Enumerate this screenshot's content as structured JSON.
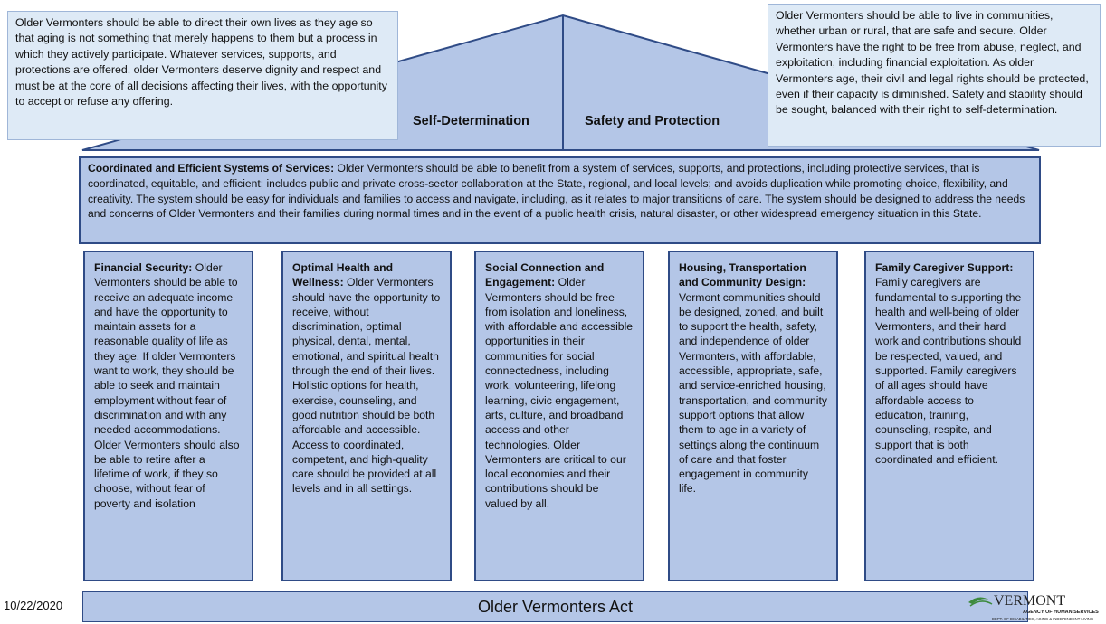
{
  "roof": {
    "left_text": "Older Vermonters should be able to direct their own lives as they age so that aging is not something that merely happens to them but a process in which they actively participate.  Whatever services, supports, and protections are offered, older Vermonters deserve dignity and respect and must be at the core of all decisions affecting their lives, with the opportunity to accept or refuse any offering.",
    "right_text": "Older Vermonters should be able to live in communities, whether urban or rural, that are safe and secure.  Older Vermonters have the right to be free from abuse, neglect, and exploitation, including financial exploitation.  As older Vermonters age, their civil and legal rights should be protected, even if their capacity is diminished.  Safety and stability should be sought, balanced with their right to self-determination.",
    "left_label": "Self-Determination",
    "right_label": "Safety and Protection"
  },
  "systems": {
    "title": "Coordinated and Efficient Systems of Services:",
    "text": " Older Vermonters should be able to benefit from a system of services, supports, and protections, including protective services, that is coordinated, equitable, and efficient; includes public and private cross-sector collaboration at the State, regional, and local levels; and avoids duplication while promoting choice, flexibility, and creativity. The system should be easy for individuals and families to access and navigate, including, as it relates to major transitions of care. The system should be designed to address the needs and concerns of Older Vermonters and their families during normal times and in the event of a public health crisis, natural disaster, or other widespread emergency situation in this State."
  },
  "pillars": [
    {
      "title": "Financial Security:",
      "text": "  Older Vermonters should be able to receive an adequate income and have the opportunity to maintain assets for a reasonable quality of life as they age.  If older Vermonters want to work, they should be able to seek and maintain employment without fear of discrimination and with any needed accommodations.  Older Vermonters should also be able to retire after a lifetime of work, if they so choose, without fear of poverty and isolation"
    },
    {
      "title": "Optimal Health and Wellness:",
      "text": " Older Vermonters should have the opportunity to receive, without discrimination, optimal physical, dental, mental, emotional, and spiritual health through the end of their lives.  Holistic options for health, exercise, counseling, and good nutrition should be both affordable and accessible.  Access to coordinated, competent, and high-quality care should be provided at all levels and in all settings."
    },
    {
      "title": "Social Connection and Engagement:",
      "text": " Older Vermonters should be free from isolation and loneliness, with affordable and accessible opportunities in their communities for social connectedness, including work, volunteering, lifelong learning, civic engagement, arts, culture, and broadband access and other technologies.  Older Vermonters are critical to our local economies and their contributions should be valued by all."
    },
    {
      "title": "Housing, Transportation and Community Design:",
      "text": " Vermont communities should be designed, zoned, and built to support the health, safety, and independence of older Vermonters, with affordable, accessible, appropriate, safe, and service-enriched housing, transportation, and community support options that allow them to age in a variety of settings along the continuum of care and that foster engagement in community life."
    },
    {
      "title": "Family Caregiver Support:",
      "text": " Family caregivers are fundamental to supporting the health and well-being of older Vermonters, and their hard work and contributions should be respected, valued, and supported.  Family caregivers of all ages should have affordable access to education, training, counseling, respite, and support that is both coordinated and efficient."
    }
  ],
  "base_label": "Older Vermonters Act",
  "date": "10/22/2020",
  "logo": {
    "name": "VERMONT",
    "agency": "AGENCY OF HUMAN SERVICES",
    "dept": "DEPT. OF DISABILITIES, AGING & INDEPENDENT LIVING"
  },
  "colors": {
    "box_fill": "#b4c6e7",
    "box_border": "#2f4b86",
    "callout_fill": "#deeaf6",
    "logo_green": "#3d8a3d"
  }
}
